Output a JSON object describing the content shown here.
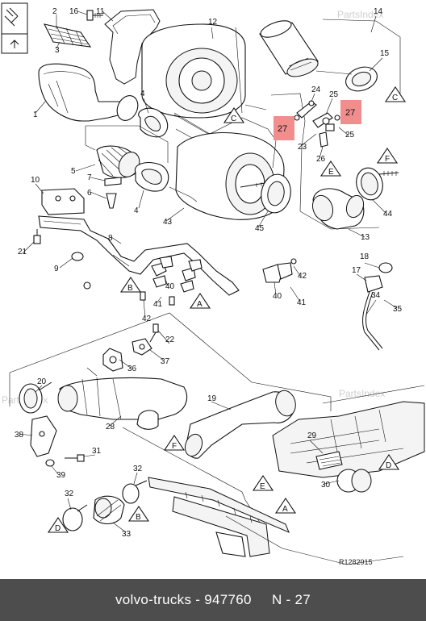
{
  "watermarks": [
    "PartsIndex",
    "PartsIndex"
  ],
  "drawing_ref": "R1282915",
  "footer": {
    "brand": "volvo-trucks",
    "separator": " - ",
    "part_number": "947760",
    "page": "N - 27"
  },
  "callouts": {
    "c1": "1",
    "c2": "2",
    "c3": "3",
    "c4a": "4",
    "c4b": "4",
    "c5": "5",
    "c6": "6",
    "c7": "7",
    "c8": "8",
    "c9": "9",
    "c10": "10",
    "c11": "11",
    "c12": "12",
    "c13": "13",
    "c14": "14",
    "c15": "15",
    "c16": "16",
    "c17": "17",
    "c18": "18",
    "c19": "19",
    "c20": "20",
    "c21": "21",
    "c22": "22",
    "c23": "23",
    "c24": "24",
    "c25a": "25",
    "c25b": "25",
    "c26": "26",
    "c27a": "27",
    "c27b": "27",
    "c28": "28",
    "c29": "29",
    "c30": "30",
    "c31": "31",
    "c32a": "32",
    "c32b": "32",
    "c33": "33",
    "c34": "34",
    "c35": "35",
    "c36": "36",
    "c37": "37",
    "c38": "38",
    "c39": "39",
    "c40a": "40",
    "c40b": "40",
    "c41a": "41",
    "c41b": "41",
    "c42a": "42",
    "c42b": "42",
    "c43": "43",
    "c44": "44",
    "c45": "45"
  },
  "markers": {
    "mA1": "A",
    "mA2": "A",
    "mB1": "B",
    "mB2": "B",
    "mC1": "C",
    "mC2": "C",
    "mD1": "D",
    "mD2": "D",
    "mE1": "E",
    "mE2": "E",
    "mF1": "F",
    "mF2": "F"
  },
  "highlight_color": "#f28d8d",
  "footer_color": "#4d4d4d"
}
